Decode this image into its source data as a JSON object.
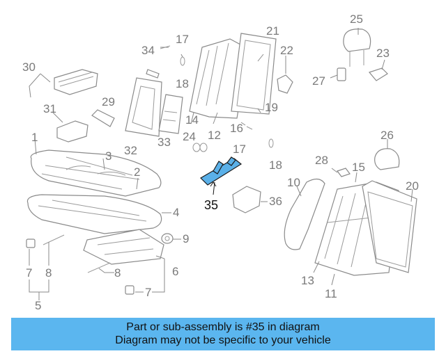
{
  "colors": {
    "highlight": "#5ab0e8",
    "banner": "#5bb6ef",
    "line": "#8a8a8a"
  },
  "labels": {
    "n1": "1",
    "n2": "2",
    "n3": "3",
    "n4": "4",
    "n5": "5",
    "n6": "6",
    "n7a": "7",
    "n7b": "7",
    "n8a": "8",
    "n8b": "8",
    "n9": "9",
    "n10": "10",
    "n11": "11",
    "n12": "12",
    "n13": "13",
    "n14": "14",
    "n15": "15",
    "n16": "16",
    "n17a": "17",
    "n17b": "17",
    "n18a": "18",
    "n18b": "18",
    "n19": "19",
    "n20": "20",
    "n21": "21",
    "n22": "22",
    "n23": "23",
    "n24": "24",
    "n25": "25",
    "n26": "26",
    "n27": "27",
    "n28": "28",
    "n29": "29",
    "n30": "30",
    "n31": "31",
    "n32": "32",
    "n33": "33",
    "n34": "34",
    "n35": "35",
    "n36": "36"
  },
  "banner": {
    "line1": "Part or sub-assembly is #35 in diagram",
    "line2": "Diagram may not be specific to your vehicle"
  }
}
